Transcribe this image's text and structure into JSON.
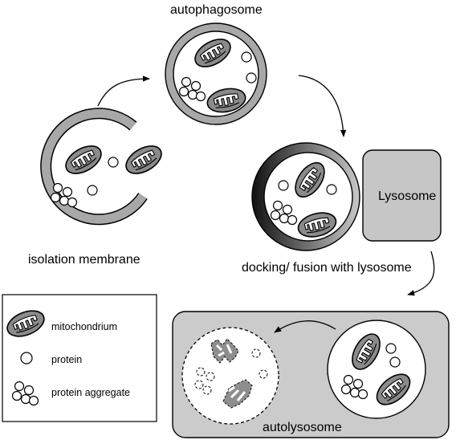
{
  "labels": {
    "autophagosome": "autophagosome",
    "isolation_membrane": "isolation membrane",
    "lysosome": "Lysosome",
    "docking": "docking/ fusion with lysosome",
    "autolysosome": "autolysosome"
  },
  "legend": {
    "items": [
      {
        "icon": "mitochondrion-icon",
        "label": "mitochondrium"
      },
      {
        "icon": "protein-icon",
        "label": "protein"
      },
      {
        "icon": "protein-aggregate-icon",
        "label": "protein aggregate"
      }
    ]
  },
  "colors": {
    "membrane": "#a8a8a8",
    "lysosome": "#c6c6c6",
    "autolysosome_box": "#cbcbcb",
    "mitochondrion_outer": "#8a8a8a",
    "outline": "#000000"
  }
}
